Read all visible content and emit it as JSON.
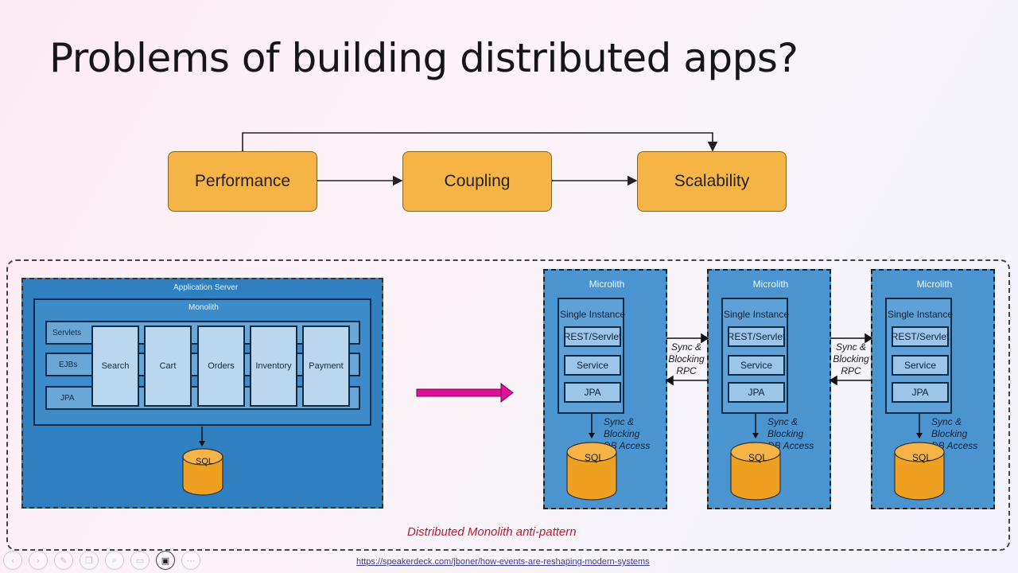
{
  "slide": {
    "title": "Problems of building distributed apps?",
    "boxes": [
      "Performance",
      "Coupling",
      "Scalability"
    ],
    "caption": "Distributed Monolith anti-pattern",
    "source_link": "https://speakerdeck.com/jboner/how-events-are-reshaping-modern-systems"
  },
  "monolith": {
    "app_server_label": "Application Server",
    "monolith_label": "Monolith",
    "layers": [
      "Servlets",
      "EJBs",
      "JPA"
    ],
    "modules": [
      "Search",
      "Cart",
      "Orders",
      "Inventory",
      "Payment"
    ],
    "db_label": "SQL"
  },
  "microliths": {
    "title": "Microlith",
    "instance_label": "Single Instance",
    "slots": [
      "REST/Servlet",
      "Service",
      "JPA"
    ],
    "db_access_line1": "Sync & Blocking",
    "db_access_line2": "DB Access",
    "db_label": "SQL",
    "rpc_line1": "Sync &",
    "rpc_line2": "Blocking",
    "rpc_line3": "RPC"
  },
  "toolbar": {
    "icons": [
      "back-icon",
      "forward-icon",
      "pen-icon",
      "copy-icon",
      "zoom-icon",
      "screen-icon",
      "video-icon",
      "more-icon"
    ],
    "glyphs": [
      "‹",
      "›",
      "✎",
      "❐",
      "⌕",
      "▭",
      "▣",
      "⋯"
    ]
  },
  "colors": {
    "box_fill": "#f6b446",
    "arrow_magenta": "#e0109a",
    "diagram_blue": "#2f7fc1",
    "caption_red": "#b01e2a"
  }
}
